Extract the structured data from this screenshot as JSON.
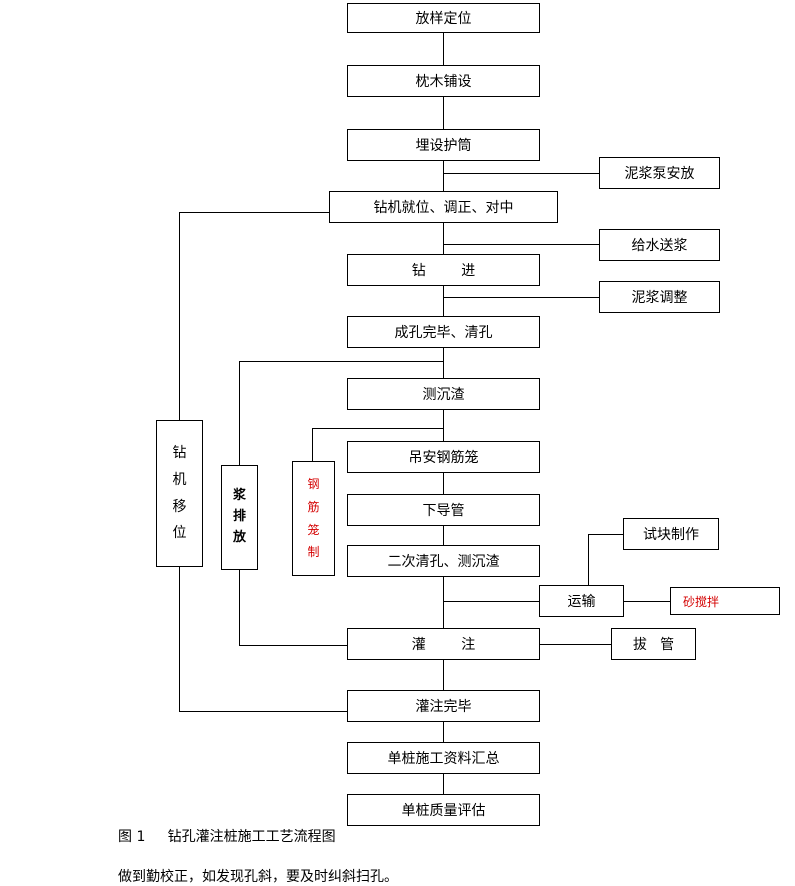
{
  "steps": {
    "s1": "放样定位",
    "s2": "枕木铺设",
    "s3": "埋设护筒",
    "s4": "钻机就位、调正、对中",
    "s5": "钻        进",
    "s6": "成孔完毕、清孔",
    "s7": "测沉渣",
    "s8": "吊安钢筋笼",
    "s9": "下导管",
    "s10": "二次清孔、测沉渣",
    "s11": "灌        注",
    "s12": "灌注完毕",
    "s13": "单桩施工资料汇总",
    "s14": "单桩质量评估"
  },
  "side": {
    "mud_pump": "泥浆泵安放",
    "water": "给水送浆",
    "mud_adjust": "泥浆调整",
    "test_block": "试块制作",
    "transport": "运输",
    "mixing": "砂搅拌",
    "pull_pipe": "拔   管"
  },
  "vertical": {
    "rig_move": [
      "钻",
      "机",
      "移",
      "位"
    ],
    "slurry_discharge": [
      "浆",
      "排",
      "放"
    ],
    "cage_making": [
      "钢",
      "筋",
      "笼",
      "制"
    ]
  },
  "caption": "图 1     钻孔灌注桩施工工艺流程图",
  "footer_text": "做到勤校正，如发现孔斜，要及时纠斜扫孔。",
  "colors": {
    "red_text": "#d40000",
    "line": "#000000"
  }
}
